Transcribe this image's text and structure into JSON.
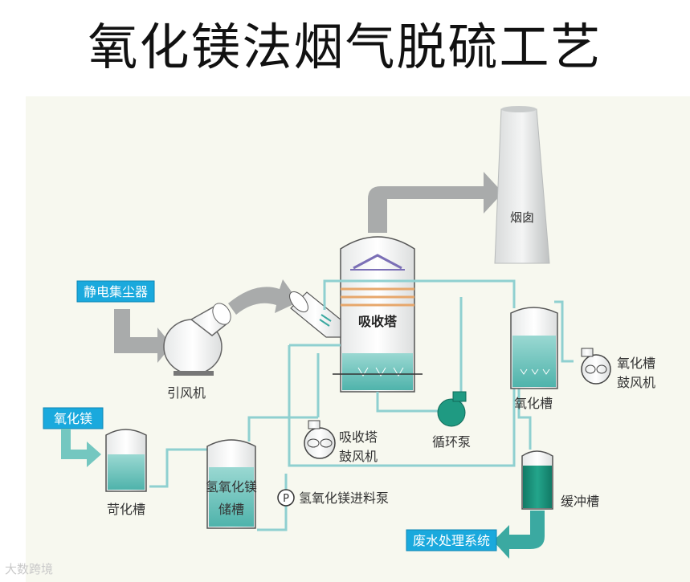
{
  "title": "氧化镁法烟气脱硫工艺",
  "labels": {
    "chimney": "烟囱",
    "esp": "静电集尘器",
    "fan": "引风机",
    "absorber": "吸收塔",
    "mgo": "氧化镁",
    "slaking_tank": "苛化槽",
    "storage_tank_line1": "氢氧化镁",
    "storage_tank_line2": "储槽",
    "feed_pump": "氢氧化镁进料泵",
    "pump_symbol": "P",
    "absorber_blower_line1": "吸收塔",
    "absorber_blower_line2": "鼓风机",
    "circulation_pump": "循环泵",
    "oxidation_tank": "氧化槽",
    "oxidation_blower_line1": "氧化槽",
    "oxidation_blower_line2": "鼓风机",
    "buffer_tank": "缓冲槽",
    "wastewater": "废水处理系统"
  },
  "watermark": "大数跨境",
  "colors": {
    "pipe": "#8fd0d0",
    "arrow_gray": "#a9abab",
    "arrow_teal": "#3ba9a1",
    "label_box": "#1aa9dd",
    "water_light": "#74c7c0",
    "water_dark": "#1f9a82",
    "background": "#f7f8ef"
  }
}
